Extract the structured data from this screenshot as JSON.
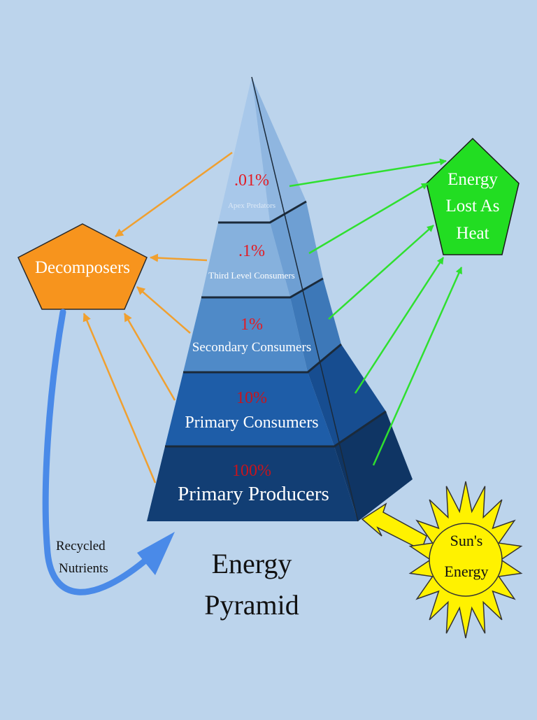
{
  "colors": {
    "background": "#bcd4ec",
    "heat_arrow": "#2fe02f",
    "decomposer_arrow": "#f0a030",
    "recycle_arrow": "#4a8ae8",
    "sun": "#fff200",
    "percent_text": "#e31b23"
  },
  "tiers": [
    {
      "percent": ".01%",
      "name": "Apex Predators"
    },
    {
      "percent": ".1%",
      "name": "Third Level Consumers"
    },
    {
      "percent": "1%",
      "name": "Secondary Consumers"
    },
    {
      "percent": "10%",
      "name": "Primary Consumers"
    },
    {
      "percent": "100%",
      "name": "Primary Producers"
    }
  ],
  "decomposers": {
    "label": "Decomposers"
  },
  "heat": {
    "line1": "Energy",
    "line2": "Lost As",
    "line3": "Heat"
  },
  "sun": {
    "line1": "Sun's",
    "line2": "Energy"
  },
  "recycled": {
    "line1": "Recycled",
    "line2": "Nutrients"
  },
  "title": {
    "line1": "Energy",
    "line2": "Pyramid"
  }
}
